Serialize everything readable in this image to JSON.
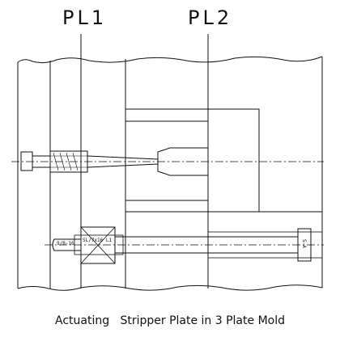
{
  "labels": {
    "parting_line_1": "PL1",
    "parting_line_2": "PL2"
  },
  "caption": {
    "part1": "Actuating",
    "part2": "Stripper Plate in 3 Plate Mold"
  },
  "annotations": {
    "pin_code": "9/B-16",
    "bolt_code": "SL/7x16 L1",
    "side_tag": "S-A"
  },
  "colors": {
    "line": "#111111",
    "background": "#ffffff"
  }
}
